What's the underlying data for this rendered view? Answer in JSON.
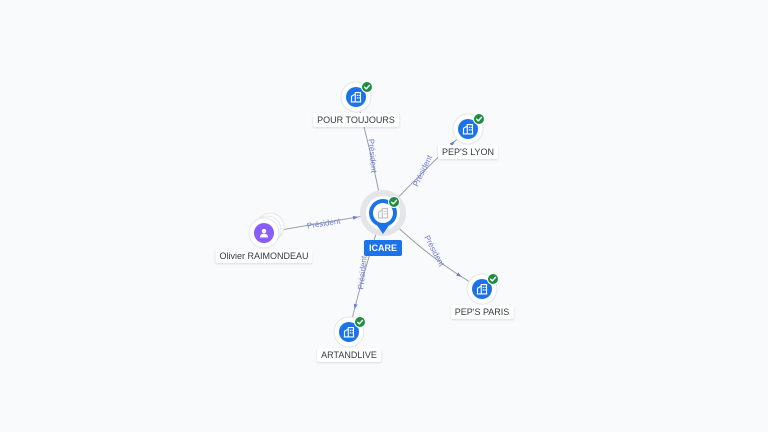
{
  "colors": {
    "company_blue": "#1a73e8",
    "person_purple": "#8b5cf6",
    "check_green": "#1e8e3e",
    "edge_gray": "#9aa0a6",
    "edge_label": "#6f7bd6"
  },
  "center": {
    "label": "ICARE",
    "icon": "building-icon",
    "verified": true
  },
  "nodes": [
    {
      "id": "pour-toujours",
      "label": "POUR TOUJOURS",
      "type": "company",
      "icon": "building-icon",
      "verified": true
    },
    {
      "id": "peps-lyon",
      "label": "PEP'S LYON",
      "type": "company",
      "icon": "building-icon",
      "verified": true
    },
    {
      "id": "peps-paris",
      "label": "PEP'S PARIS",
      "type": "company",
      "icon": "building-icon",
      "verified": true
    },
    {
      "id": "artandlive",
      "label": "ARTANDLIVE",
      "type": "company",
      "icon": "building-icon",
      "verified": true
    },
    {
      "id": "olivier-raimondeau",
      "label": "Olivier RAIMONDEAU",
      "type": "person",
      "icon": "person-icon",
      "verified": false
    }
  ],
  "edges": [
    {
      "from": "center",
      "to": "pour-toujours",
      "label": "Président"
    },
    {
      "from": "center",
      "to": "peps-lyon",
      "label": "Président"
    },
    {
      "from": "center",
      "to": "peps-paris",
      "label": "Président"
    },
    {
      "from": "center",
      "to": "artandlive",
      "label": "Président"
    },
    {
      "from": "olivier-raimondeau",
      "to": "center",
      "label": "Président"
    }
  ]
}
